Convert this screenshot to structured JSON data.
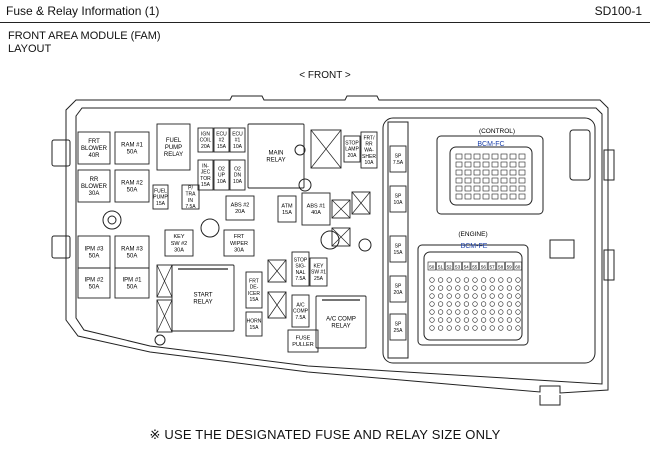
{
  "header": {
    "title": "Fuse & Relay Information (1)",
    "code": "SD100-1"
  },
  "module": {
    "title_line1": "FRONT AREA MODULE (FAM)",
    "title_line2": "LAYOUT",
    "front_label": "< FRONT >"
  },
  "footer_note": "※ USE THE DESIGNATED FUSE AND RELAY SIZE ONLY",
  "connectors": {
    "control_label": "(CONTROL)",
    "bcm_fc": "BCM-FC",
    "engine_label": "(ENGINE)",
    "bcm_fe": "BCM-FE",
    "fe_pins": [
      "50",
      "51",
      "52",
      "53",
      "54",
      "55",
      "56",
      "57",
      "58",
      "59",
      "60"
    ]
  },
  "components": [
    {
      "id": "frt-blower",
      "lines": [
        "FRT",
        "BLOWER",
        "40R"
      ]
    },
    {
      "id": "ram1",
      "lines": [
        "RAM #1",
        "50A"
      ]
    },
    {
      "id": "fuel-pump-relay",
      "lines": [
        "FUEL",
        "PUMP",
        "RELAY"
      ]
    },
    {
      "id": "ign-coil",
      "lines": [
        "IGN",
        "COIL",
        "20A"
      ]
    },
    {
      "id": "ecu2",
      "lines": [
        "ECU",
        "#2",
        "15A"
      ]
    },
    {
      "id": "ecu1",
      "lines": [
        "ECU",
        "#1",
        "10A"
      ]
    },
    {
      "id": "main-relay",
      "lines": [
        "MAIN",
        "RELAY"
      ]
    },
    {
      "id": "stop-lamp",
      "lines": [
        "STOP",
        "LAMP",
        "20A"
      ]
    },
    {
      "id": "frt-rr-washer",
      "lines": [
        "FRT/",
        "RR",
        "WA-",
        "SHER",
        "10A"
      ]
    },
    {
      "id": "rr-blower",
      "lines": [
        "RR",
        "BLOWER",
        "30A"
      ]
    },
    {
      "id": "ram2",
      "lines": [
        "RAM #2",
        "50A"
      ]
    },
    {
      "id": "injector",
      "lines": [
        "IN-",
        "JEC",
        "TOR",
        "15A"
      ]
    },
    {
      "id": "o2-up",
      "lines": [
        "O2",
        "UP",
        "10A"
      ]
    },
    {
      "id": "o2-dn",
      "lines": [
        "O2",
        "DN",
        "10A"
      ]
    },
    {
      "id": "fuel-pump",
      "lines": [
        "FUEL",
        "PUMP",
        "15A"
      ]
    },
    {
      "id": "p-train",
      "lines": [
        "P/",
        "TRA",
        "IN",
        "7.5A"
      ]
    },
    {
      "id": "abs2",
      "lines": [
        "ABS #2",
        "20A"
      ]
    },
    {
      "id": "atm",
      "lines": [
        "ATM",
        "15A"
      ]
    },
    {
      "id": "abs1",
      "lines": [
        "ABS #1",
        "40A"
      ]
    },
    {
      "id": "ipm3",
      "lines": [
        "IPM #3",
        "50A"
      ]
    },
    {
      "id": "ram3",
      "lines": [
        "RAM #3",
        "50A"
      ]
    },
    {
      "id": "key-sw2",
      "lines": [
        "KEY",
        "SW #2",
        "30A"
      ]
    },
    {
      "id": "frt-wiper",
      "lines": [
        "FRT",
        "WIPER",
        "30A"
      ]
    },
    {
      "id": "ipm2",
      "lines": [
        "IPM #2",
        "50A"
      ]
    },
    {
      "id": "ipm1",
      "lines": [
        "IPM #1",
        "50A"
      ]
    },
    {
      "id": "start-relay",
      "lines": [
        "START",
        "RELAY"
      ]
    },
    {
      "id": "frt-deicer",
      "lines": [
        "FRT",
        "DE-",
        "ICER",
        "15A"
      ]
    },
    {
      "id": "horn",
      "lines": [
        "HORN",
        "15A"
      ]
    },
    {
      "id": "stop-signal",
      "lines": [
        "STOP",
        "SIG-",
        "NAL",
        "7.5A"
      ]
    },
    {
      "id": "key-sw1",
      "lines": [
        "KEY",
        "SW #1",
        "25A"
      ]
    },
    {
      "id": "ac-comp",
      "lines": [
        "A/C",
        "COMP",
        "7.5A"
      ]
    },
    {
      "id": "ac-comp-relay",
      "lines": [
        "A/C COMP",
        "RELAY"
      ]
    },
    {
      "id": "fuse-puller",
      "lines": [
        "FUSE",
        "PULLER"
      ]
    },
    {
      "id": "sp-1",
      "lines": [
        "SP",
        "7.5A"
      ]
    },
    {
      "id": "sp-2",
      "lines": [
        "SP",
        "10A"
      ]
    },
    {
      "id": "sp-3",
      "lines": [
        "SP",
        "15A"
      ]
    },
    {
      "id": "sp-4",
      "lines": [
        "SP",
        "20A"
      ]
    },
    {
      "id": "sp-5",
      "lines": [
        "SP",
        "25A"
      ]
    }
  ]
}
